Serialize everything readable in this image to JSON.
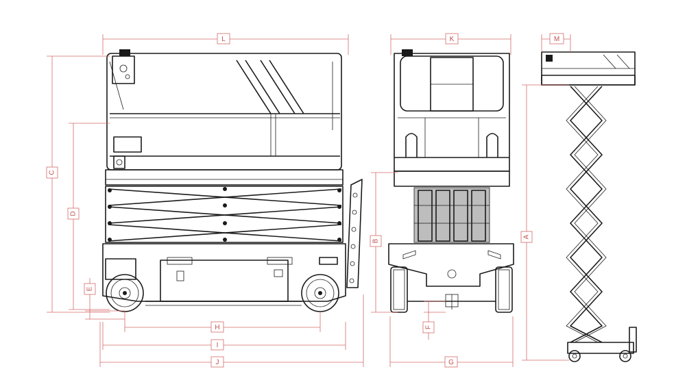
{
  "dimension_labels": {
    "L": "L",
    "K": "K",
    "M": "M",
    "C": "C",
    "D": "D",
    "E": "E",
    "B": "B",
    "F": "F",
    "A": "A",
    "H": "H",
    "I": "I",
    "J": "J",
    "G": "G"
  },
  "colors": {
    "dimension_line": "#d46a6a",
    "machine_line": "#1a1a1a",
    "background": "#ffffff"
  }
}
